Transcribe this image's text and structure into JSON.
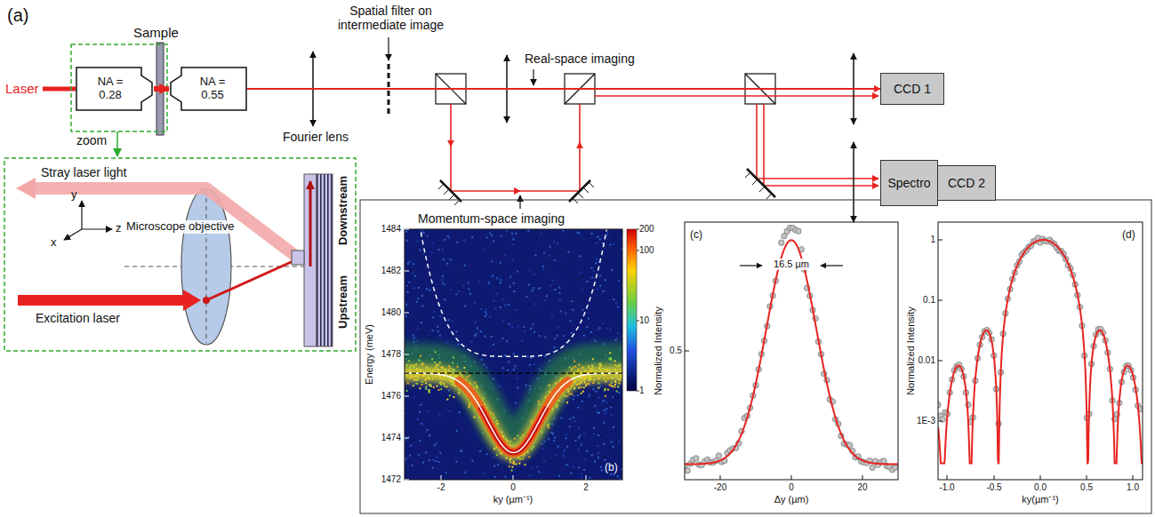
{
  "diagram": {
    "nodes": [
      {
        "text": [
          "NA = 0.28"
        ]
      },
      {
        "text": [
          "NA = 0.55"
        ]
      },
      {
        "text": [
          "CCD 1"
        ]
      },
      {
        "text": [
          "Spectro"
        ]
      },
      {
        "text": [
          "CCD 2"
        ]
      }
    ],
    "edges": [
      {
        "from": 0,
        "to": 1,
        "arrow": "to"
      },
      {
        "from": 1,
        "to": 2,
        "arrow": "to"
      }
    ],
    "labels": [
      "(a)",
      "Laser",
      "Sample",
      "zoom",
      "Fourier lens",
      "Spatial filter on intermediate image",
      "Real-space imaging",
      "Momentum-space imaging",
      "Stray laser light",
      "Microscope objective",
      "Excitation laser",
      "x",
      "y",
      "z",
      "Downstream",
      "Upstream",
      "1484",
      "1482",
      "1480",
      "1478",
      "1476",
      "1474",
      "1472",
      "Energy (meV)",
      "-2",
      "0",
      "2",
      "ky (µm⁻¹)",
      "(b)",
      "200",
      "100",
      "10",
      "1",
      "0.5",
      "-20",
      "0",
      "20",
      "Δy (µm)",
      "Normalized Intensity",
      "(c)",
      "16.5 µm",
      "1",
      "0.1",
      "0.01",
      "1E-3",
      "-1.0",
      "-0.5",
      "0.0",
      "0.5",
      "1.0",
      "ky(µm⁻¹)",
      "Normalized Intensity",
      "(d)"
    ]
  }
}
